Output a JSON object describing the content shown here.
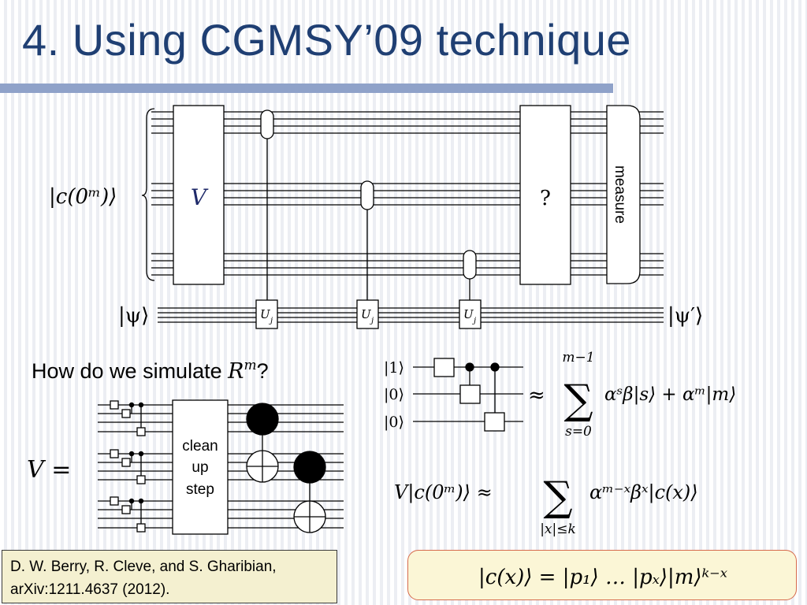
{
  "slide": {
    "title": "4. Using CGMSY’09 technique",
    "question": "How do we simulate ",
    "question_math": "R",
    "question_exp": "m",
    "question_end": "?"
  },
  "circuit": {
    "input_label": "|c(0ᵐ)⟩",
    "gate_v": "V",
    "gate_unknown": "?",
    "measure_label": "measure",
    "controlled_label": "U",
    "controlled_sub": "j",
    "psi_in": "|ψ⟩",
    "psi_out": "|ψ′⟩"
  },
  "small_circuit": {
    "inputs": [
      "|1⟩",
      "|0⟩",
      "|0⟩"
    ],
    "approx": "≈",
    "sum_upper": "m−1",
    "sum_lower": "s=0",
    "sum_symbol": "∑",
    "sum_body": "αˢβ|s⟩ + αᵐ|m⟩"
  },
  "v_def": {
    "lhs": "V =",
    "cleanup_lines": [
      "clean",
      "up",
      "step"
    ]
  },
  "equation2": {
    "lhs": "V|c(0ᵐ)⟩ ≈",
    "sum_symbol": "∑",
    "sum_lower": "|x|≤k",
    "rhs": "αᵐ⁻ˣβˣ|c(x)⟩"
  },
  "reference": {
    "line1": "D. W. Berry, R. Cleve, and S. Gharibian,",
    "line2": "arXiv:1211.4637 (2012)."
  },
  "formula_box": {
    "text": "|c(x)⟩ = |p₁⟩ … |pₓ⟩|m⟩ᵏ⁻ˣ"
  },
  "colors": {
    "title": "#1f3f73",
    "rule": "#8fa2c9",
    "reference_bg": "#f4f0d0",
    "formula_bg": "#fbf6d6",
    "formula_border": "#d66a4c"
  }
}
